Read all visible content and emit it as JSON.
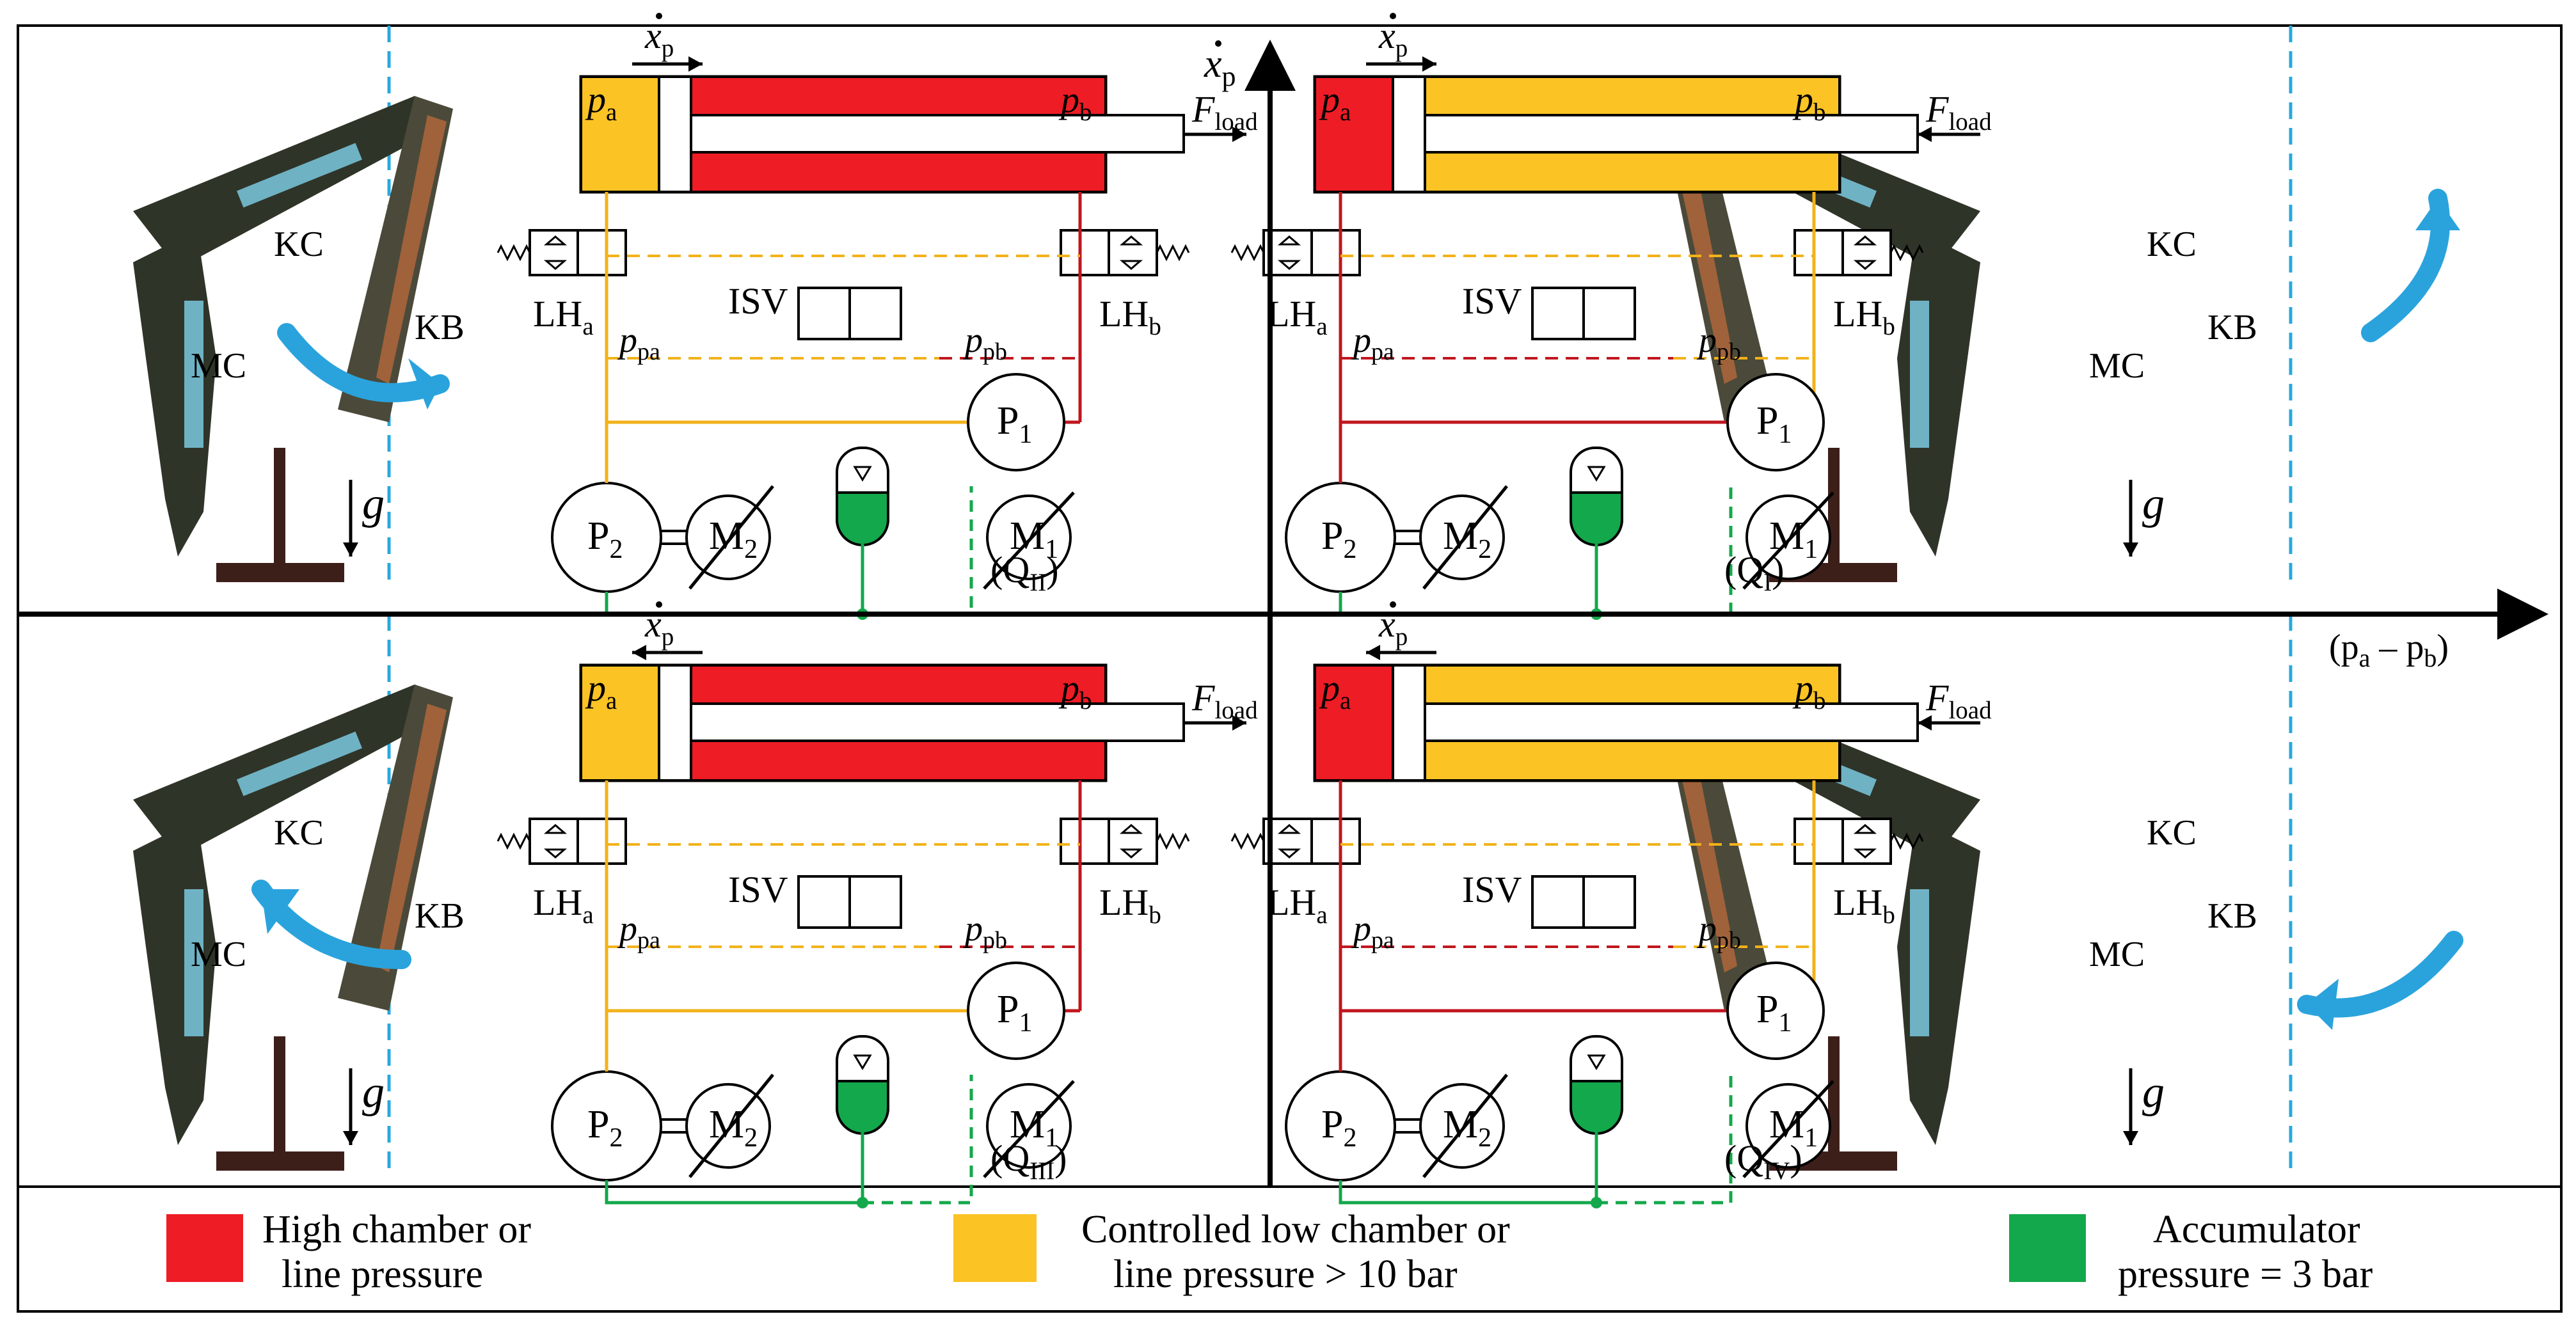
{
  "colors": {
    "high": "#ee1c25",
    "high_line": "#c0161e",
    "low": "#fbc324",
    "low_line": "#f2b21a",
    "accum": "#13a84b",
    "gravity_line": "#26a9e0",
    "arrow_blue": "#2aa3dd",
    "crane_dark": "#2f3428",
    "crane_cyl": "#6fb2c4",
    "base_brown": "#3d1f1a"
  },
  "axes": {
    "vertical_label_base": "x",
    "vertical_label_sub": "p",
    "horizontal_label": "(p",
    "horizontal_sub_a": "a",
    "horizontal_minus": " – p",
    "horizontal_sub_b": "b",
    "horizontal_close": ")"
  },
  "labels": {
    "pa": "p",
    "pa_sub": "a",
    "pb": "p",
    "pb_sub": "b",
    "f": "F",
    "f_sub": "load",
    "lha": "LH",
    "lha_sub": "a",
    "lhb": "LH",
    "lhb_sub": "b",
    "isv": "ISV",
    "ppa": "p",
    "ppa_sub": "pa",
    "ppb": "p",
    "ppb_sub": "pb",
    "p1": "P",
    "p1_sub": "1",
    "p2": "P",
    "p2_sub": "2",
    "m1": "M",
    "m1_sub": "1",
    "m2": "M",
    "m2_sub": "2",
    "kc": "KC",
    "kb": "KB",
    "mc": "MC",
    "g": "g",
    "xdot": "x",
    "xdot_sub": "p"
  },
  "quadrants": [
    {
      "id": "QII",
      "label": "(Q",
      "label_sub": "II"
    },
    {
      "id": "QI",
      "label": "(Q",
      "label_sub": "I"
    },
    {
      "id": "QIII",
      "label": "(Q",
      "label_sub": "III"
    },
    {
      "id": "QIV",
      "label": "(Q",
      "label_sub": "IV"
    }
  ],
  "legend": [
    {
      "line1": "High chamber or",
      "line2": "line pressure"
    },
    {
      "line1": "Controlled low chamber or",
      "line2": "line pressure > 10 bar"
    },
    {
      "line1": "Accumulator",
      "line2": "pressure = 3 bar"
    }
  ]
}
